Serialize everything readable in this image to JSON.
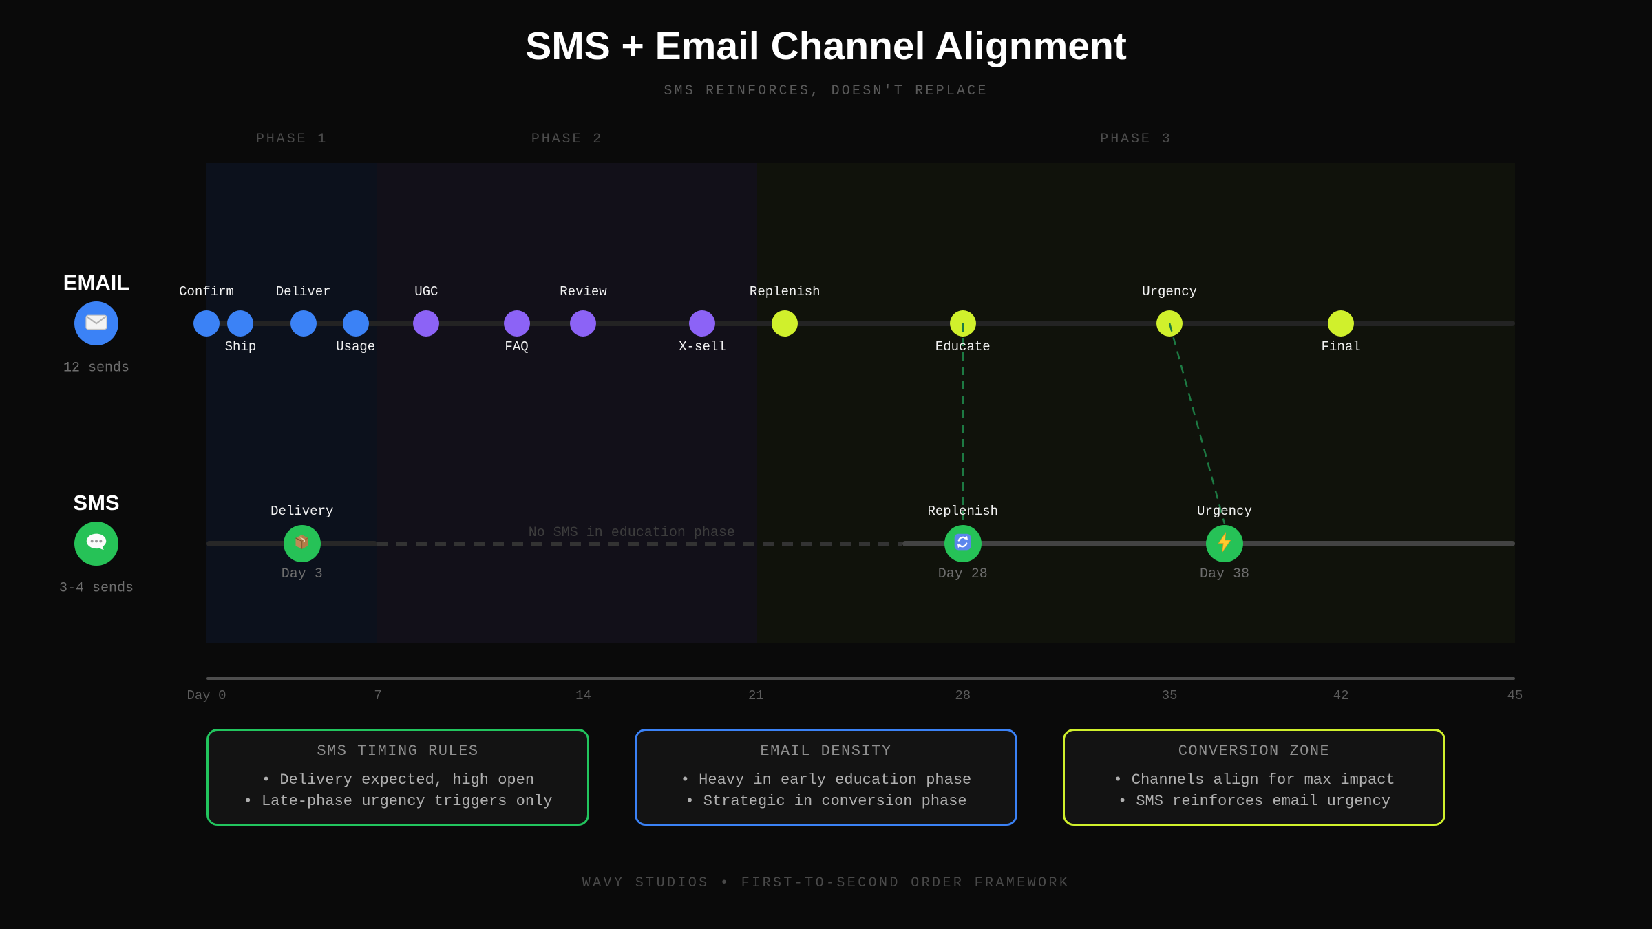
{
  "header": {
    "title": "SMS + Email Channel Alignment",
    "subtitle": "SMS REINFORCES, DOESN'T REPLACE"
  },
  "phases": [
    {
      "label": "PHASE 1",
      "start_pct": 0,
      "end_pct": 13.05,
      "band_color": "#0c111c"
    },
    {
      "label": "PHASE 2",
      "start_pct": 13.05,
      "end_pct": 42.08,
      "band_color": "#121019"
    },
    {
      "label": "PHASE 3",
      "start_pct": 42.08,
      "end_pct": 100,
      "band_color": "#10120b"
    }
  ],
  "channels": {
    "email": {
      "name": "EMAIL",
      "sends": "12 sends",
      "icon": "envelope-icon",
      "color": "#3b82f6"
    },
    "sms": {
      "name": "SMS",
      "sends": "3-4 sends",
      "icon": "speech-bubble-icon",
      "color": "#26c257"
    }
  },
  "email_track": {
    "touchpoints": [
      {
        "label": "Confirm",
        "pos_pct": 0.0,
        "color": "#3b82f6",
        "label_side": "above"
      },
      {
        "label": "Ship",
        "pos_pct": 2.6,
        "color": "#3b82f6",
        "label_side": "below"
      },
      {
        "label": "Deliver",
        "pos_pct": 7.4,
        "color": "#3b82f6",
        "label_side": "above"
      },
      {
        "label": "Usage",
        "pos_pct": 11.4,
        "color": "#3b82f6",
        "label_side": "below"
      },
      {
        "label": "UGC",
        "pos_pct": 16.8,
        "color": "#8c63f6",
        "label_side": "above"
      },
      {
        "label": "FAQ",
        "pos_pct": 23.7,
        "color": "#8c63f6",
        "label_side": "below"
      },
      {
        "label": "Review",
        "pos_pct": 28.8,
        "color": "#8c63f6",
        "label_side": "above"
      },
      {
        "label": "X-sell",
        "pos_pct": 37.9,
        "color": "#8c63f6",
        "label_side": "below"
      },
      {
        "label": "Replenish",
        "pos_pct": 44.2,
        "color": "#d0f02c",
        "label_side": "above"
      },
      {
        "label": "Educate",
        "pos_pct": 57.8,
        "color": "#d0f02c",
        "label_side": "below"
      },
      {
        "label": "Urgency",
        "pos_pct": 73.6,
        "color": "#d0f02c",
        "label_side": "above"
      },
      {
        "label": "Final",
        "pos_pct": 86.7,
        "color": "#d0f02c",
        "label_side": "below"
      }
    ]
  },
  "sms_track": {
    "gap_note": "No SMS in education phase",
    "gap_note_pos_pct": 32.5,
    "segments": [
      {
        "style": "solid-dark",
        "start_pct": 0,
        "end_pct": 13.05
      },
      {
        "style": "dashed",
        "start_pct": 13.05,
        "end_pct": 53.2
      },
      {
        "style": "solid-light",
        "start_pct": 53.2,
        "end_pct": 100
      }
    ],
    "touchpoints": [
      {
        "label": "Delivery",
        "day_label": "Day 3",
        "pos_pct": 7.3,
        "icon": "package-icon",
        "color": "#26c257"
      },
      {
        "label": "Replenish",
        "day_label": "Day 28",
        "pos_pct": 57.8,
        "icon": "refresh-icon",
        "color": "#26c257"
      },
      {
        "label": "Urgency",
        "day_label": "Day 38",
        "pos_pct": 77.8,
        "icon": "lightning-icon",
        "color": "#26c257"
      }
    ]
  },
  "connectors": [
    {
      "from_pct": 57.8,
      "to_pct": 57.8,
      "color": "#1d7a43"
    },
    {
      "from_pct": 73.6,
      "to_pct": 77.8,
      "color": "#1d7a43"
    }
  ],
  "axis": {
    "ticks": [
      {
        "label": "Day 0",
        "pos_pct": 0
      },
      {
        "label": "7",
        "pos_pct": 13.1
      },
      {
        "label": "14",
        "pos_pct": 28.8
      },
      {
        "label": "21",
        "pos_pct": 42.0
      },
      {
        "label": "28",
        "pos_pct": 57.8
      },
      {
        "label": "35",
        "pos_pct": 73.6
      },
      {
        "label": "42",
        "pos_pct": 86.7
      },
      {
        "label": "45",
        "pos_pct": 100
      }
    ]
  },
  "insight_boxes": [
    {
      "title": "SMS TIMING RULES",
      "border_color": "#22c55e",
      "bullets": [
        "• Delivery expected, high open",
        "• Late-phase urgency triggers only"
      ]
    },
    {
      "title": "EMAIL DENSITY",
      "border_color": "#3b82f6",
      "bullets": [
        "• Heavy in early education phase",
        "• Strategic in conversion phase"
      ]
    },
    {
      "title": "CONVERSION ZONE",
      "border_color": "#d0f02c",
      "bullets": [
        "• Channels align for max impact",
        "• SMS reinforces email urgency"
      ]
    }
  ],
  "footer": {
    "text": "WAVY STUDIOS • FIRST-TO-SECOND ORDER FRAMEWORK"
  }
}
